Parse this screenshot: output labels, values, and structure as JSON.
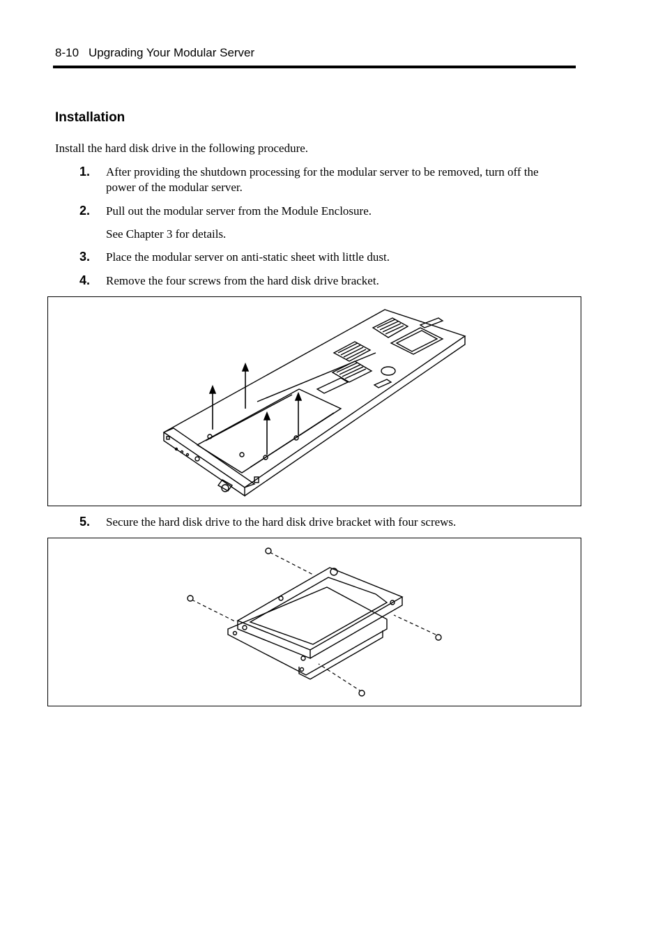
{
  "header": {
    "page_number": "8-10",
    "chapter_title": "Upgrading Your Modular Server"
  },
  "section": {
    "title": "Installation"
  },
  "intro": "Install the hard disk drive in the following procedure.",
  "steps": [
    {
      "number": "1.",
      "text": "After providing the shutdown processing for the modular server to be removed, turn off the power of the modular server."
    },
    {
      "number": "2.",
      "text": "Pull out the modular server from the Module Enclosure.",
      "note": "See Chapter 3 for details."
    },
    {
      "number": "3.",
      "text": "Place the modular server on anti-static sheet with little dust."
    },
    {
      "number": "4.",
      "text": "Remove the four screws from the hard disk drive bracket."
    },
    {
      "number": "5.",
      "text": "Secure the hard disk drive to the hard disk drive bracket with four screws."
    }
  ],
  "figures": [
    {
      "subject": "modular-server-screw-removal"
    },
    {
      "subject": "hard-disk-drive-bracket-screws"
    }
  ]
}
